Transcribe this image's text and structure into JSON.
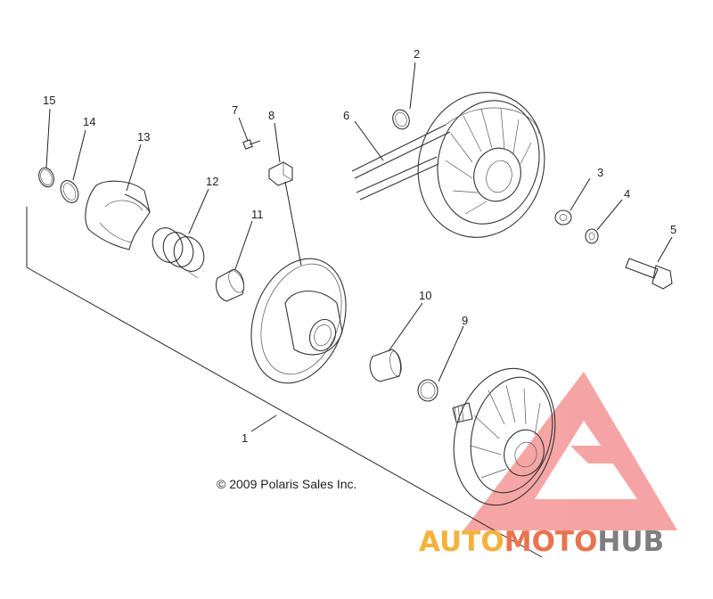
{
  "callouts": [
    "1",
    "2",
    "3",
    "4",
    "5",
    "6",
    "7",
    "8",
    "9",
    "10",
    "11",
    "12",
    "13",
    "14",
    "15"
  ],
  "copyright": "© 2009 Polaris Sales Inc.",
  "watermark": {
    "part1": "AUTO",
    "part2": "MOTO",
    "part3": "HUB",
    "color_accent": "#f4b23c",
    "color_mid": "#e8734f",
    "color_dark": "#7f7f7f",
    "triangle_color": "#e84040"
  }
}
